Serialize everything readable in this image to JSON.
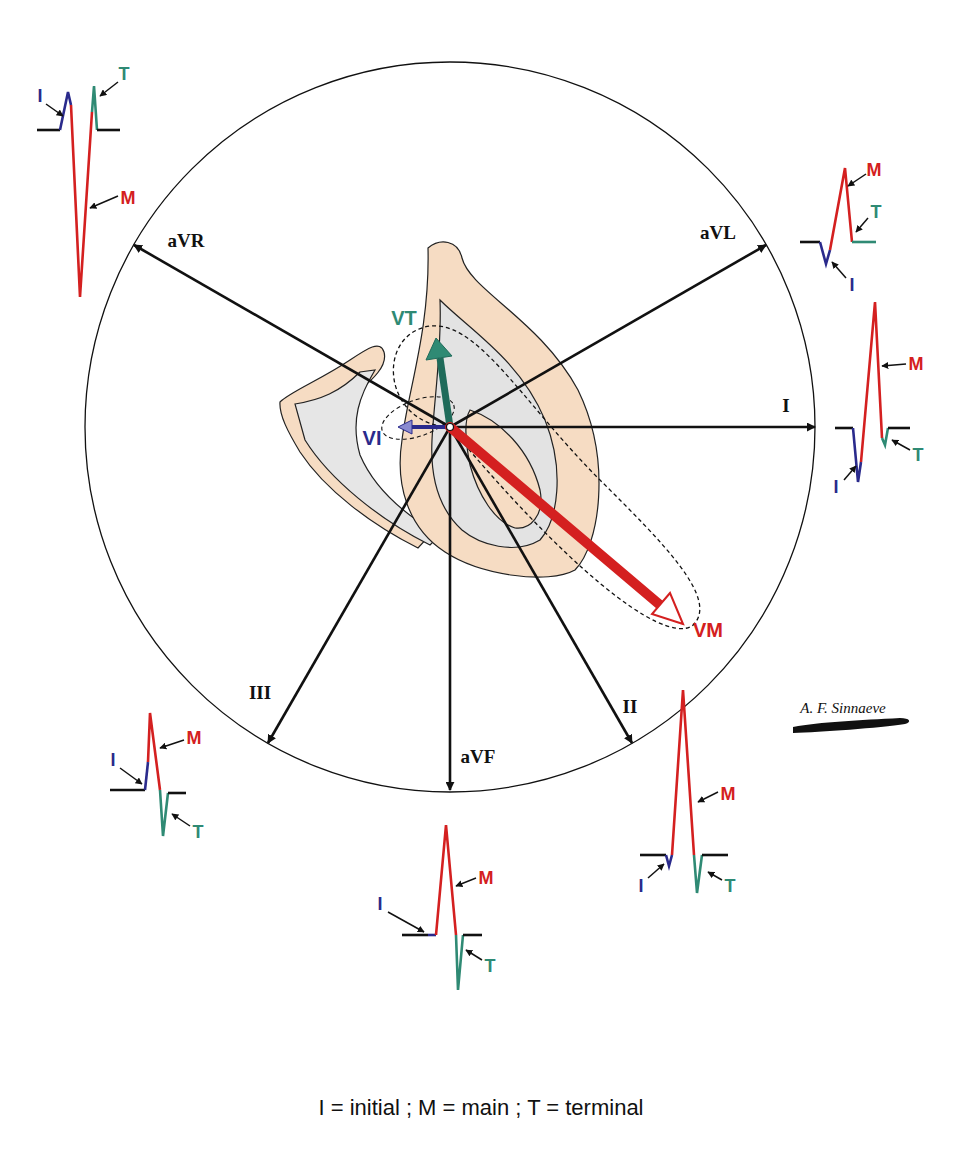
{
  "diagram": {
    "caption": "I = initial ; M = main ; T = terminal",
    "labels": [
      "aVR",
      "aVL",
      "I",
      "III",
      "aVF",
      "II",
      "VT",
      "VI",
      "VM",
      "I",
      "T",
      "M",
      "M",
      "T",
      "I",
      "M",
      "T",
      "I",
      "M",
      "I",
      "T",
      "M",
      "I",
      "T",
      "M",
      "I",
      "T",
      "A. F. Sinnaeve"
    ]
  }
}
